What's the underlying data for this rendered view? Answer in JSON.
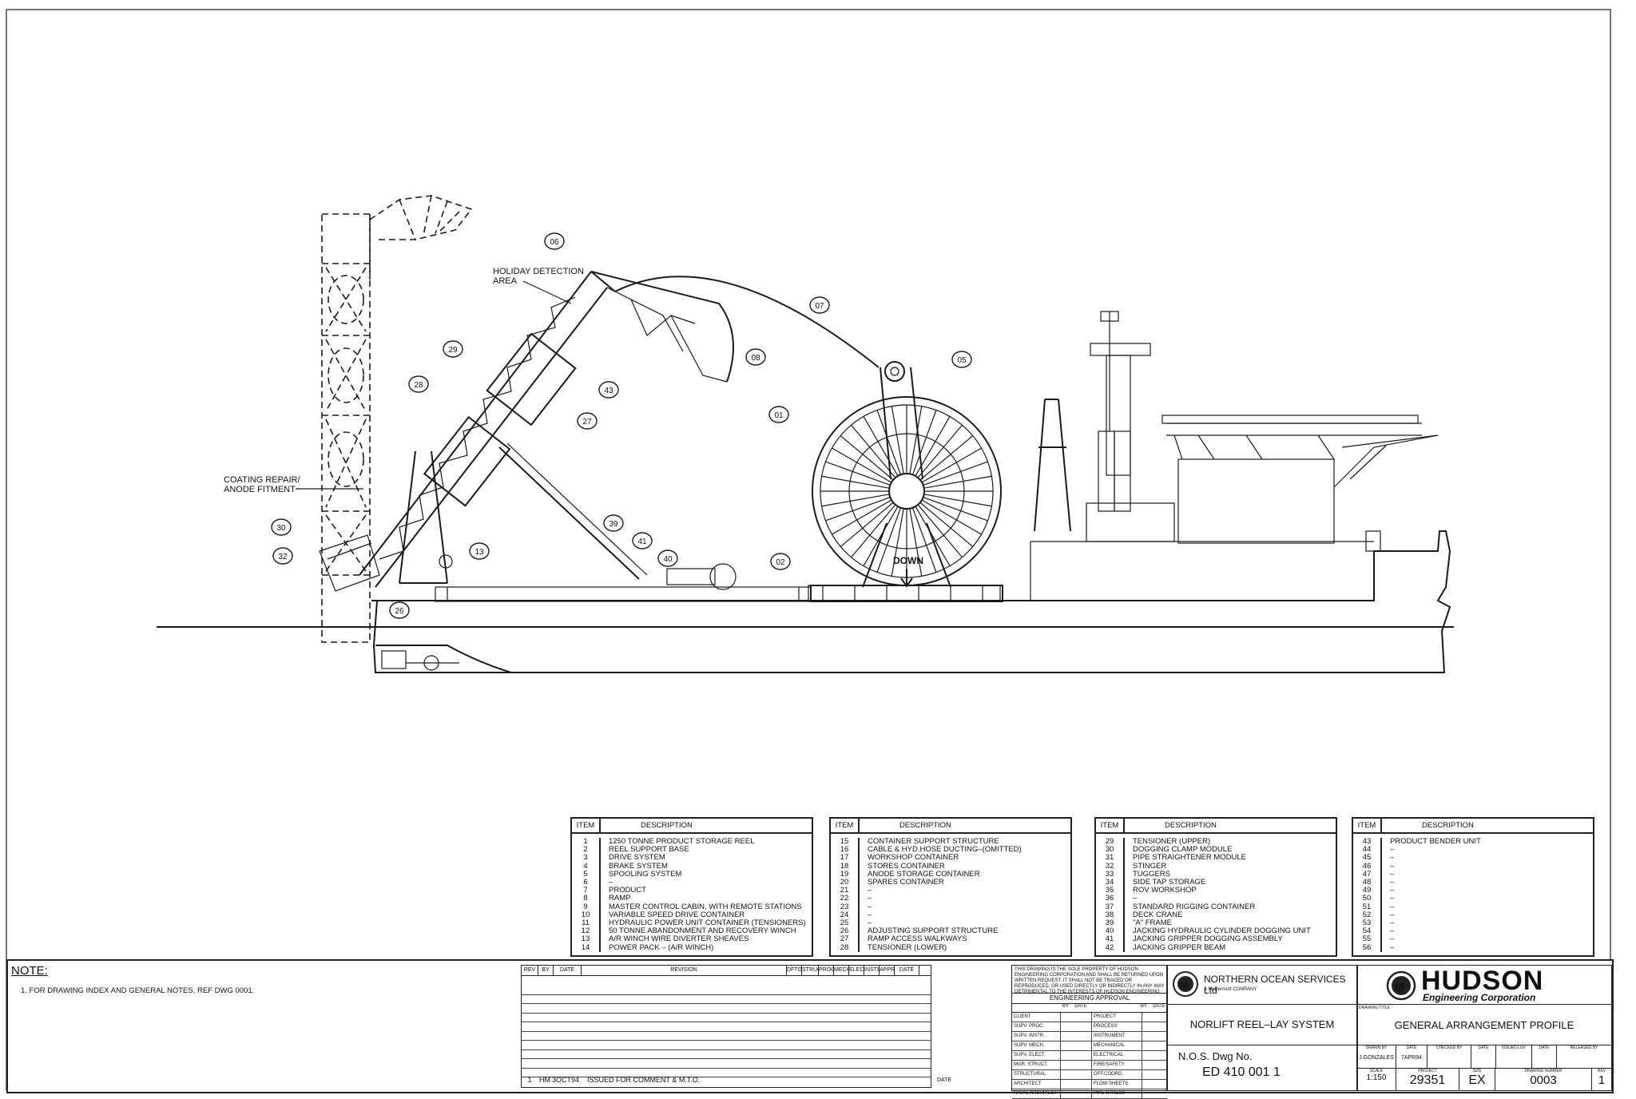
{
  "callouts": {
    "holiday_detection": "HOLIDAY DETECTION",
    "holiday_detection_2": "AREA",
    "coating_repair": "COATING REPAIR/",
    "coating_repair_2": "ANODE FITMENT",
    "down_label": "DOWN",
    "numbers": [
      "06",
      "07",
      "08",
      "05",
      "01",
      "29",
      "28",
      "43",
      "27",
      "39",
      "41",
      "40",
      "02",
      "13",
      "30",
      "32",
      "26"
    ]
  },
  "legend": {
    "item_header": "ITEM",
    "desc_header": "DESCRIPTION",
    "tables": [
      {
        "rows": [
          [
            "1",
            "1250 TONNE PRODUCT STORAGE REEL"
          ],
          [
            "2",
            "REEL SUPPORT BASE"
          ],
          [
            "3",
            "DRIVE SYSTEM"
          ],
          [
            "4",
            "BRAKE SYSTEM"
          ],
          [
            "5",
            "SPOOLING SYSTEM"
          ],
          [
            "6",
            "–"
          ],
          [
            "7",
            "PRODUCT"
          ],
          [
            "8",
            "RAMP"
          ],
          [
            "9",
            "MASTER CONTROL CABIN, WITH REMOTE STATIONS"
          ],
          [
            "10",
            "VARIABLE SPEED DRIVE CONTAINER"
          ],
          [
            "11",
            "HYDRAULIC POWER UNIT CONTAINER (TENSIONERS)"
          ],
          [
            "12",
            "50 TONNE ABANDONMENT AND RECOVERY WINCH"
          ],
          [
            "13",
            "A/R WINCH WIRE DIVERTER SHEAVES"
          ],
          [
            "14",
            "POWER PACK – (A/R WINCH)"
          ]
        ]
      },
      {
        "rows": [
          [
            "15",
            "CONTAINER SUPPORT STRUCTURE"
          ],
          [
            "16",
            "CABLE & HYD.HOSE DUCTING–(OMITTED)"
          ],
          [
            "17",
            "WORKSHOP CONTAINER"
          ],
          [
            "18",
            "STORES CONTAINER"
          ],
          [
            "19",
            "ANODE STORAGE CONTAINER"
          ],
          [
            "20",
            "SPARES CONTAINER"
          ],
          [
            "21",
            "–"
          ],
          [
            "22",
            "–"
          ],
          [
            "23",
            "–"
          ],
          [
            "24",
            "–"
          ],
          [
            "25",
            "–"
          ],
          [
            "26",
            "ADJUSTING SUPPORT STRUCTURE"
          ],
          [
            "27",
            "RAMP ACCESS WALKWAYS"
          ],
          [
            "28",
            "TENSIONER (LOWER)"
          ]
        ]
      },
      {
        "rows": [
          [
            "29",
            "TENSIONER (UPPER)"
          ],
          [
            "30",
            "DOGGING CLAMP MODULE"
          ],
          [
            "31",
            "PIPE STRAIGHTENER MODULE"
          ],
          [
            "32",
            "STINGER"
          ],
          [
            "33",
            "TUGGERS"
          ],
          [
            "34",
            "SIDE TAP STORAGE"
          ],
          [
            "35",
            "ROV WORKSHOP"
          ],
          [
            "36",
            "–"
          ],
          [
            "37",
            "STANDARD RIGGING CONTAINER"
          ],
          [
            "38",
            "DECK CRANE"
          ],
          [
            "39",
            "\"A\" FRAME"
          ],
          [
            "40",
            "JACKING HYDRAULIC CYLINDER DOGGING UNIT"
          ],
          [
            "41",
            "JACKING GRIPPER DOGGING ASSEMBLY"
          ],
          [
            "42",
            "JACKING GRIPPER BEAM"
          ]
        ]
      },
      {
        "rows": [
          [
            "43",
            "PRODUCT BENDER UNIT"
          ],
          [
            "44",
            "–"
          ],
          [
            "45",
            "–"
          ],
          [
            "46",
            "–"
          ],
          [
            "47",
            "–"
          ],
          [
            "48",
            "–"
          ],
          [
            "49",
            "–"
          ],
          [
            "50",
            "–"
          ],
          [
            "51",
            "–"
          ],
          [
            "52",
            "–"
          ],
          [
            "53",
            "–"
          ],
          [
            "54",
            "–"
          ],
          [
            "55",
            "–"
          ],
          [
            "56",
            "–"
          ]
        ]
      }
    ]
  },
  "notes": {
    "title": "NOTE:",
    "line1": "1. FOR DRAWING INDEX AND GENERAL NOTES, REF DWG 0001."
  },
  "revision": {
    "headers": [
      "REV",
      "BY",
      "DATE",
      "REVISION",
      "DFTG",
      "STRUC",
      "PROC",
      "MECH",
      "ELEC",
      "INSTR",
      "APPR",
      "DATE"
    ],
    "row": [
      "1",
      "HM",
      "3OCT94",
      "ISSUED FOR COMMENT & M.T.O."
    ],
    "date_label": "DATE"
  },
  "engineering": {
    "disclaimer": "THIS DRAWING IS THE SOLE PROPERTY OF HUDSON ENGINEERING CORPORATION AND SHALL BE RETURNED UPON WRITTEN REQUEST. IT SHALL NOT BE TRACED OR REPRODUCED, OR USED DIRECTLY OR INDIRECTLY IN ANY WAY DETRIMENTAL TO THE INTERESTS OF HUDSON ENGINEERING CORPORATION. ALL RIGHTS RESERVED.",
    "title": "ENGINEERING APPROVAL",
    "by": "BY",
    "date": "DATE",
    "left": [
      "CLIENT",
      "SUPV. PROC.",
      "SUPV. INSTR.",
      "SUPV. MECH.",
      "SUPV. ELECT.",
      "MGR. STRUCT.",
      "STRUCTURAL",
      "ARCHITECT",
      "NAVAL ARCHITECT"
    ],
    "right": [
      "PROJECT",
      "PROCESS",
      "INSTRUMENT",
      "MECHANICAL",
      "ELECTRICAL",
      "FIRE/SAFETY",
      "OFF.COORD.",
      "FLOW SHEETS",
      "PIPE STRESS"
    ]
  },
  "nos": {
    "company": "NORTHERN OCEAN SERVICES Ltd",
    "sub": "A McDermott COMPANY",
    "system": "NORLIFT REEL–LAY SYSTEM",
    "dwg_label": "N.O.S. Dwg No.",
    "dwg_no": "ED 410 001 1"
  },
  "hudson": {
    "name": "HUDSON",
    "sub": "Engineering Corporation",
    "drawing_title_label": "DRAWING TITLE",
    "title": "GENERAL ARRANGEMENT PROFILE",
    "fields": {
      "drawn_by_label": "DRAWN BY",
      "drawn_by": "J.GONZALES",
      "date_label": "DATE",
      "date": "7APR94",
      "checked_label": "CHECKED BY",
      "date2_label": "DATE",
      "issued_label": "ISSUED LUV",
      "date3_label": "DATE",
      "released_label": "RELEASED BY",
      "scale_label": "SCALE",
      "scale": "1:150",
      "project_label": "PROJECT",
      "project": "29351",
      "size_label": "SIZE",
      "size": "EX",
      "drawing_number_label": "DRAWING NUMBER",
      "drawing_number": "0003",
      "rev_label": "REV",
      "rev": "1"
    }
  }
}
